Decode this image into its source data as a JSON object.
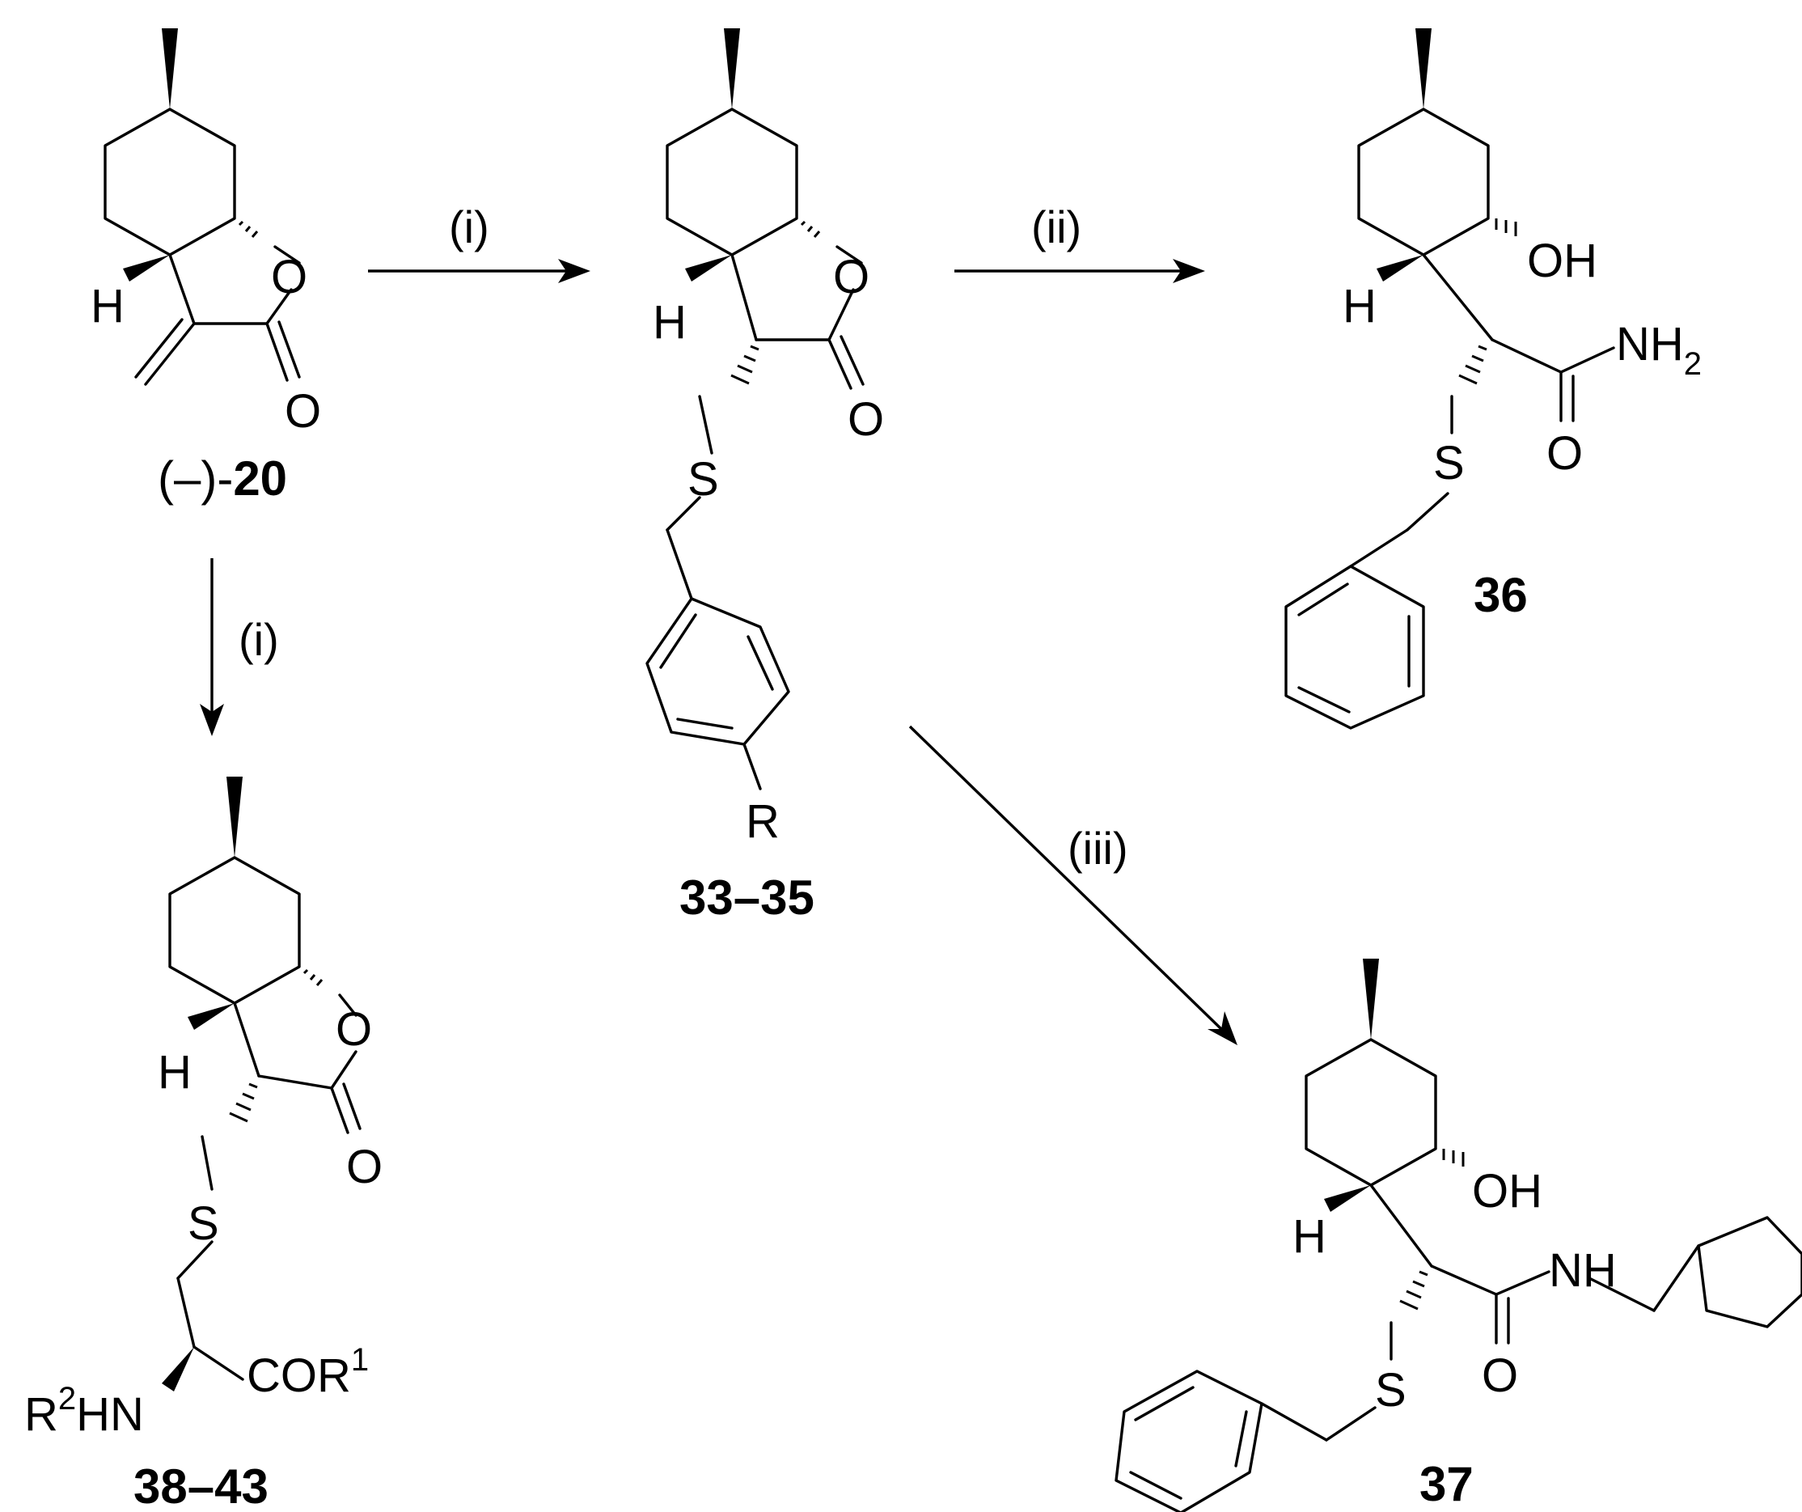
{
  "scheme": {
    "compounds": [
      {
        "id": "c20",
        "prefix": "(–)-",
        "label": "20"
      },
      {
        "id": "c33",
        "label": "33–35"
      },
      {
        "id": "c36",
        "label": "36"
      },
      {
        "id": "c37",
        "label": "37"
      },
      {
        "id": "c38",
        "label": "38–43"
      }
    ],
    "arrows": [
      {
        "id": "a1",
        "condition": "(i)"
      },
      {
        "id": "a2",
        "condition": "(ii)"
      },
      {
        "id": "a3",
        "condition": "(i)"
      },
      {
        "id": "a4",
        "condition": "(iii)"
      }
    ],
    "atoms": {
      "O": "O",
      "S": "S",
      "H": "H",
      "R": "R",
      "OH": "OH",
      "NH": "NH",
      "N": "N",
      "NH2": {
        "main": "NH",
        "sub": "2"
      },
      "COR1": {
        "main": "COR",
        "sup": "1"
      },
      "R2HN": {
        "pre": "R",
        "sup": "2",
        "post": "HN"
      }
    }
  }
}
